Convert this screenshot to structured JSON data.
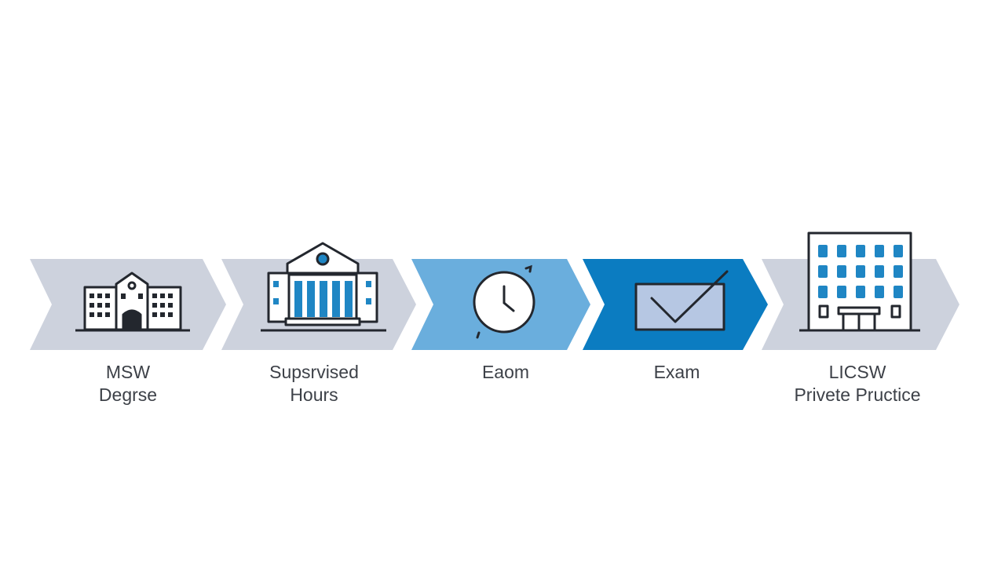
{
  "colors": {
    "chevron_gray": "#cdd2dd",
    "chevron_light_blue": "#6aaedd",
    "chevron_blue": "#0b7cc1",
    "icon_stroke": "#23272e",
    "icon_blue": "#1f86c4",
    "label_text": "#3d4148"
  },
  "steps": [
    {
      "label": "MSW\nDegrse",
      "icon": "school-building-icon",
      "chevron_color": "#cdd2dd"
    },
    {
      "label": "Supsrvised\nHours",
      "icon": "columned-building-icon",
      "chevron_color": "#cdd2dd"
    },
    {
      "label": "Eaom",
      "icon": "clock-icon",
      "chevron_color": "#6aaedd"
    },
    {
      "label": "Exam",
      "icon": "envelope-check-icon",
      "chevron_color": "#0b7cc1"
    },
    {
      "label": "LICSW\nPrivete Pructice",
      "icon": "office-building-icon",
      "chevron_color": "#cdd2dd"
    }
  ]
}
